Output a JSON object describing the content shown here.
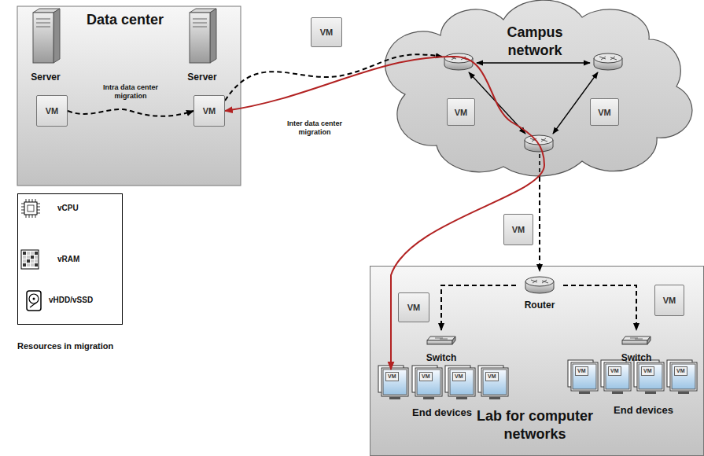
{
  "diagram": {
    "nodes": [
      {
        "text": [
          "Data center"
        ]
      },
      {
        "text": [
          "Server"
        ],
        "in": 0
      },
      {
        "text": [
          "Server"
        ],
        "in": 0
      },
      {
        "text": [
          "VM"
        ],
        "in": 0
      },
      {
        "text": [
          "VM"
        ],
        "in": 0
      },
      {
        "text": [
          "VM"
        ]
      },
      {
        "text": [
          "Campus network"
        ]
      },
      {
        "text": [
          "VM"
        ],
        "in": 6
      },
      {
        "text": [
          "VM"
        ],
        "in": 6
      },
      {
        "text": [
          "VM"
        ]
      },
      {
        "text": [
          "Lab for computer networks"
        ]
      },
      {
        "text": [
          "VM"
        ],
        "in": 10
      },
      {
        "text": [
          "VM"
        ],
        "in": 10
      },
      {
        "text": [
          "Router"
        ],
        "in": 10
      },
      {
        "text": [
          "Switch"
        ],
        "in": 10
      },
      {
        "text": [
          "Switch"
        ],
        "in": 10
      },
      {
        "text": [
          "VM"
        ],
        "in": 10
      },
      {
        "text": [
          "VM"
        ],
        "in": 10
      },
      {
        "text": [
          "VM"
        ],
        "in": 10
      },
      {
        "text": [
          "VM"
        ],
        "in": 10
      },
      {
        "text": [
          "VM"
        ],
        "in": 10
      },
      {
        "text": [
          "VM"
        ],
        "in": 10
      },
      {
        "text": [
          "VM"
        ],
        "in": 10
      },
      {
        "text": [
          "VM"
        ],
        "in": 10
      }
    ],
    "edges": [
      {
        "from": 3,
        "to": 4,
        "arrow": "to",
        "label": "Intra data center migration"
      },
      {
        "from": 6,
        "to": 13,
        "arrow": "to"
      },
      {
        "from": 13,
        "to": 14,
        "arrow": "to"
      },
      {
        "from": 13,
        "to": 15,
        "arrow": "to"
      },
      {
        "from": 4,
        "to": 16,
        "arrow": "both"
      }
    ],
    "labels": [
      "Inter data center migration",
      "End devices",
      "End devices",
      "Resources in migration"
    ],
    "legend": [
      {
        "text": "vCPU"
      },
      {
        "text": "vRAM"
      },
      {
        "text": "vHDD/vSSD"
      }
    ]
  }
}
